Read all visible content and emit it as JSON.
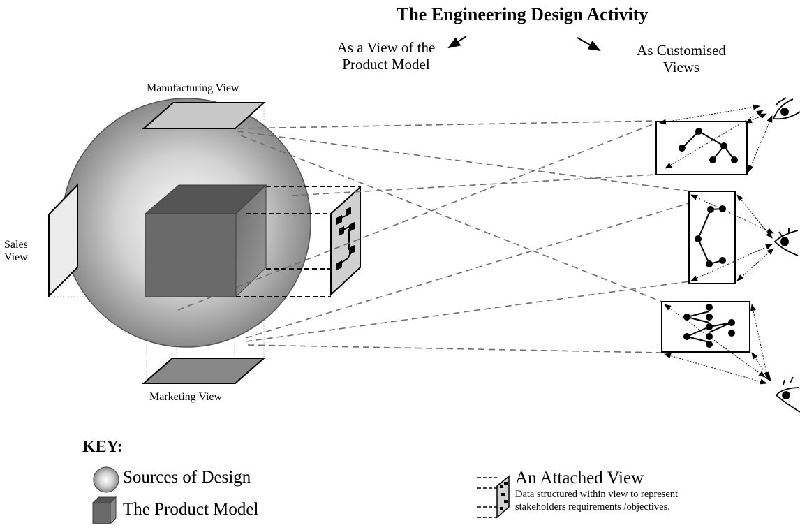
{
  "title": "The Engineering Design Activity",
  "left_heading": "As a View of the Product Model",
  "right_heading": "As Customised Views",
  "views": {
    "manufacturing": "Manufacturing View",
    "sales": "Sales View",
    "marketing": "Marketing View"
  },
  "key": {
    "heading": "KEY:",
    "sources": "Sources of Design",
    "product_model": "The Product Model",
    "attached_view_title": "An Attached View",
    "attached_view_desc_line1": "Data structured within view to represent",
    "attached_view_desc_line2": "stakeholders requirements /objectives."
  },
  "icons": [
    "eye-icon",
    "eye-icon",
    "eye-icon"
  ],
  "colors": {
    "sphere_edge": "#5f5f5f",
    "cube_front": "#6a6a6a",
    "cube_top": "#555555",
    "cube_side": "#7d7d7d",
    "manufacturing_plane": "#c8c8c8",
    "sales_plane": "#ececec",
    "marketing_plane": "#888888"
  }
}
